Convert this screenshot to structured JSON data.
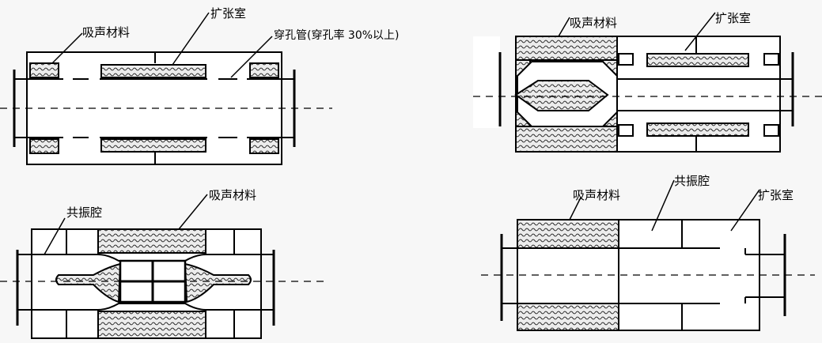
{
  "labels": {
    "absorbing_material": "吸声材料",
    "expansion_chamber": "扩张室",
    "perforated_tube": "穿孔管(穿孔率 30%以上)",
    "resonant_cavity": "共振腔"
  },
  "colors": {
    "line": "#000000",
    "fill_material": "#e8e8e8",
    "background": "#f7f7f7"
  }
}
